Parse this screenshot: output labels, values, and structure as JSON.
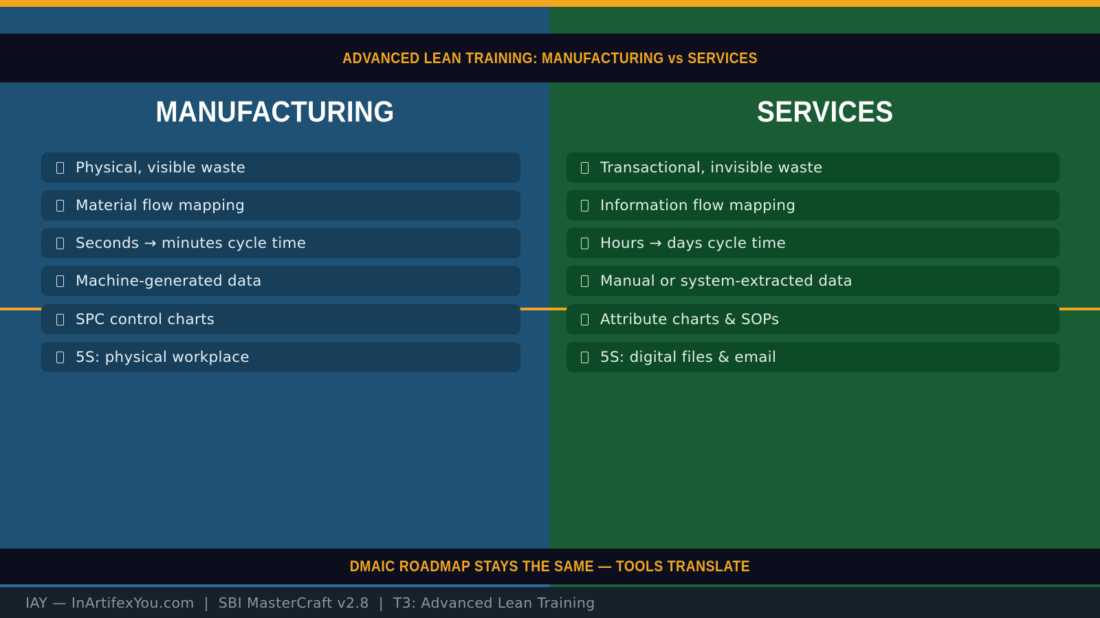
{
  "header": {
    "title": "ADVANCED LEAN TRAINING: MANUFACTURING vs SERVICES"
  },
  "columns": [
    {
      "id": "manufacturing",
      "title": "MANUFACTURING",
      "bullet_icon": "missing-glyph-box",
      "panel_color": "#1E5173",
      "card_color": "#173F59",
      "items": [
        "Physical, visible waste",
        "Material flow mapping",
        "Seconds → minutes cycle time",
        "Machine-generated data",
        "SPC control charts",
        "5S: physical workplace"
      ]
    },
    {
      "id": "services",
      "title": "SERVICES",
      "bullet_icon": "missing-glyph-box",
      "panel_color": "#1A5C33",
      "card_color": "#0D4A26",
      "items": [
        "Transactional, invisible waste",
        "Information flow mapping",
        "Hours → days cycle time",
        "Manual or system-extracted data",
        "Attribute charts & SOPs",
        "5S: digital files & email"
      ]
    }
  ],
  "center_divider_color": "#F2A71E",
  "accent_orange": "#F2A71E",
  "bottom_banner": {
    "text": "DMAIC ROADMAP STAYS THE SAME — TOOLS TRANSLATE"
  },
  "footer": {
    "text": "IAY — InArtifexYou.com  |  SBI MasterCraft v2.8  |  T3: Advanced Lean Training"
  }
}
